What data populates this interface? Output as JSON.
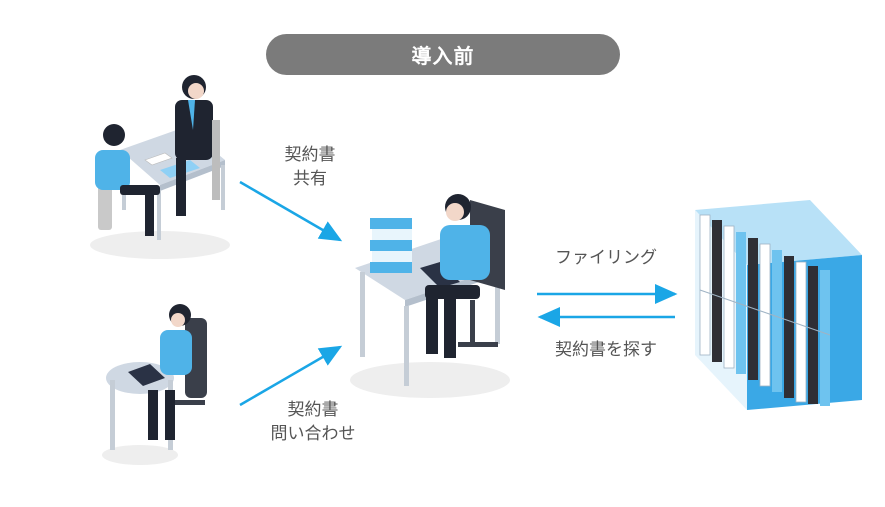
{
  "title": "導入前",
  "labels": {
    "share_line1": "契約書",
    "share_line2": "共有",
    "inquiry_line1": "契約書",
    "inquiry_line2": "問い合わせ",
    "filing": "ファイリング",
    "search": "契約書を探す"
  },
  "colors": {
    "arrow": "#1aa6e6",
    "accent_shirt": "#4fb3e8",
    "title_bg": "#7b7b7b"
  },
  "icons": [
    "meeting-scene-illustration",
    "remote-worker-illustration",
    "office-worker-illustration",
    "file-cabinet-illustration"
  ]
}
